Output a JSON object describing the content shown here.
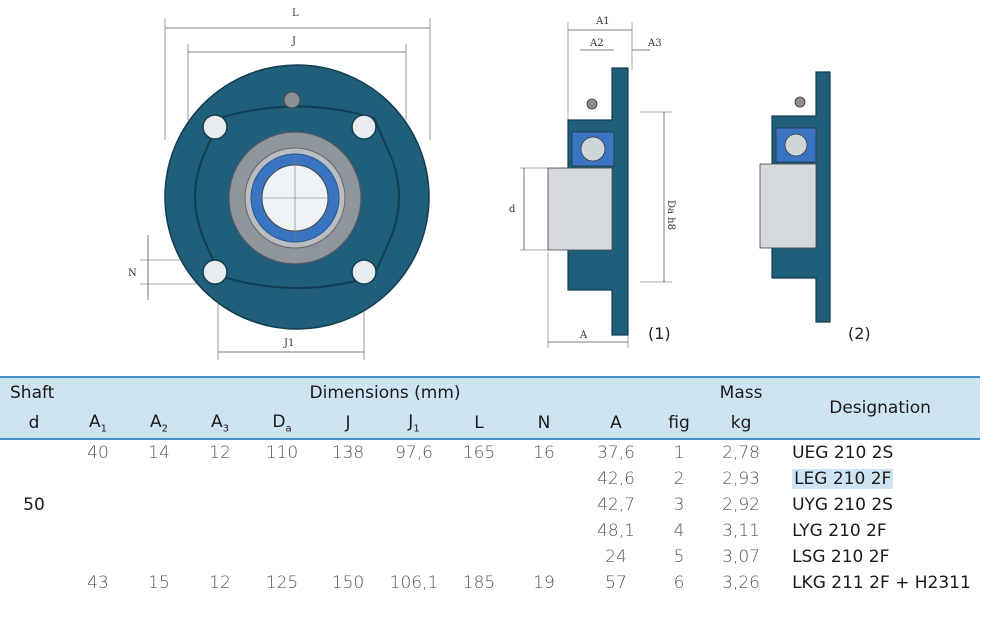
{
  "drawing_labels": {
    "front_view": {
      "L": "L",
      "J": "J",
      "N": "N",
      "J1": "J1"
    },
    "side_view_1": {
      "A1": "A1",
      "A2": "A2",
      "A3": "A3",
      "d": "d",
      "Da": "Da h8",
      "A": "A",
      "fig": "(1)"
    },
    "side_view_2": {
      "fig": "(2)"
    }
  },
  "colors": {
    "housing": "#1f5f7a",
    "accent_blue": "#3a75c4",
    "header_bg": "#cfe4f3",
    "rule": "#4a90c8"
  },
  "table": {
    "header1": {
      "shaft": "Shaft",
      "dimensions": "Dimensions (mm)",
      "mass": "Mass",
      "designation": "Designation"
    },
    "header2": {
      "d": "d",
      "A1": {
        "base": "A",
        "sub": "1"
      },
      "A2": {
        "base": "A",
        "sub": "2"
      },
      "A3": {
        "base": "A",
        "sub": "3"
      },
      "Da": {
        "base": "D",
        "sub": "a"
      },
      "J": "J",
      "J1": {
        "base": "J",
        "sub": "1"
      },
      "L": "L",
      "N": "N",
      "A": "A",
      "fig": "fig",
      "kg": "kg"
    },
    "shaft_value": "50",
    "rows": [
      {
        "A1": "40",
        "A2": "14",
        "A3": "12",
        "Da": "110",
        "J": "138",
        "J1": "97,6",
        "L": "165",
        "N": "16",
        "A": "37,6",
        "fig": "1",
        "kg": "2,78",
        "designation": "UEG 210 2S"
      },
      {
        "A1": "",
        "A2": "",
        "A3": "",
        "Da": "",
        "J": "",
        "J1": "",
        "L": "",
        "N": "",
        "A": "42,6",
        "fig": "2",
        "kg": "2,93",
        "designation": "LEG 210 2F"
      },
      {
        "A1": "",
        "A2": "",
        "A3": "",
        "Da": "",
        "J": "",
        "J1": "",
        "L": "",
        "N": "",
        "A": "42,7",
        "fig": "3",
        "kg": "2,92",
        "designation": "UYG 210 2S"
      },
      {
        "A1": "",
        "A2": "",
        "A3": "",
        "Da": "",
        "J": "",
        "J1": "",
        "L": "",
        "N": "",
        "A": "48,1",
        "fig": "4",
        "kg": "3,11",
        "designation": "LYG 210 2F"
      },
      {
        "A1": "",
        "A2": "",
        "A3": "",
        "Da": "",
        "J": "",
        "J1": "",
        "L": "",
        "N": "",
        "A": "24",
        "fig": "5",
        "kg": "3,07",
        "designation": "LSG 210 2F"
      },
      {
        "A1": "43",
        "A2": "15",
        "A3": "12",
        "Da": "125",
        "J": "150",
        "J1": "106,1",
        "L": "185",
        "N": "19",
        "A": "57",
        "fig": "6",
        "kg": "3,26",
        "designation": "LKG 211 2F + H2311"
      }
    ]
  }
}
